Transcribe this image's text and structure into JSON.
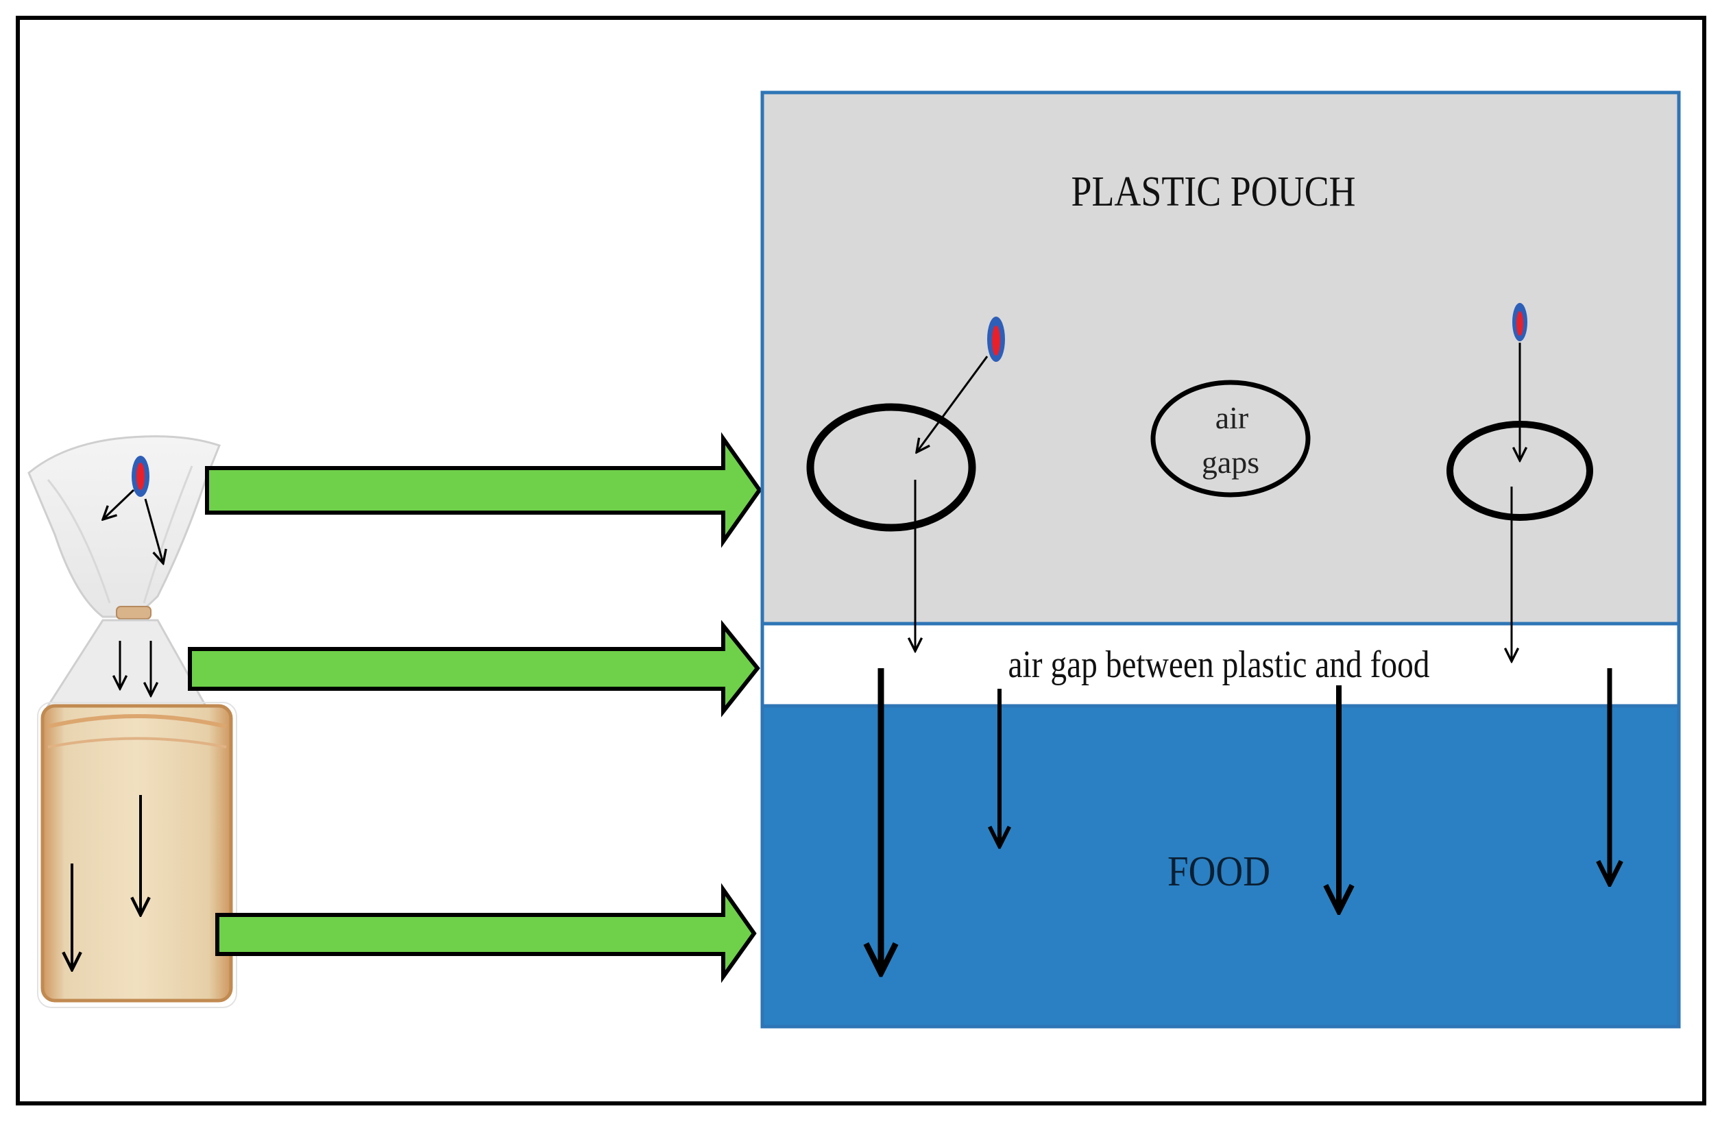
{
  "labels": {
    "plastic_pouch": "PLASTIC POUCH",
    "air_gaps_line1": "air",
    "air_gaps_line2": "gaps",
    "air_gap_band": "air gap between plastic and food",
    "food": "FOOD"
  },
  "colors": {
    "pouch_fill": "#d9d9d9",
    "pouch_border": "#2e75b6",
    "food_fill": "#2a80c2",
    "green_arrow": "#6fd04a",
    "outline": "#000000",
    "particle_red": "#e8202a",
    "particle_blue": "#2e5fb8"
  }
}
